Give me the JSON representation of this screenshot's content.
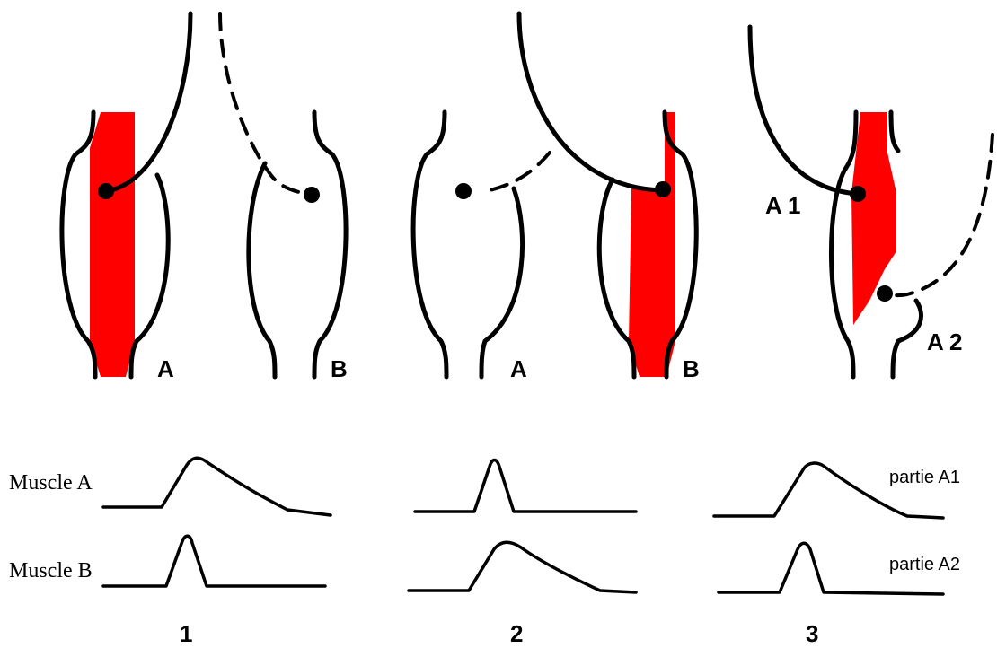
{
  "colors": {
    "active_muscle": "#ff0000",
    "line": "#000000",
    "background": "#ffffff"
  },
  "panels": [
    {
      "number": "1",
      "muscle_left_label": "A",
      "muscle_right_label": "B"
    },
    {
      "number": "2",
      "muscle_left_label": "A",
      "muscle_right_label": "B"
    },
    {
      "number": "3",
      "upper_part_label": "A 1",
      "lower_part_label": "A 2"
    }
  ],
  "traces": {
    "row1_label": "Muscle A",
    "row2_label": "Muscle B",
    "panel3_row1_label": "partie A1",
    "panel3_row2_label": "partie A2"
  }
}
